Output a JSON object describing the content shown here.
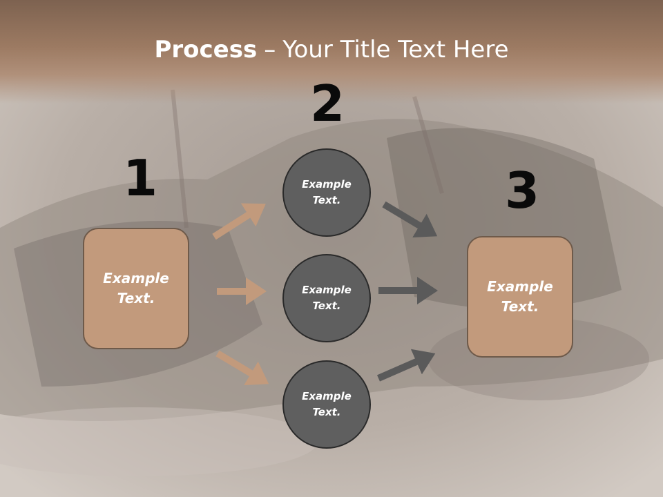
{
  "title": {
    "bold": "Process",
    "dash": "–",
    "rest": "Your Title Text Here"
  },
  "steps": [
    {
      "number": "1",
      "label": "Example Text."
    },
    {
      "number": "2"
    },
    {
      "number": "3",
      "label": "Example Text."
    }
  ],
  "circles": [
    {
      "label": "Example Text."
    },
    {
      "label": "Example Text."
    },
    {
      "label": "Example Text."
    }
  ],
  "colors": {
    "box_fill": "#c29a7c",
    "circle_fill": "#5f5f5f",
    "arrow_left": "#c29a7c",
    "arrow_right": "#5a5a5a"
  }
}
